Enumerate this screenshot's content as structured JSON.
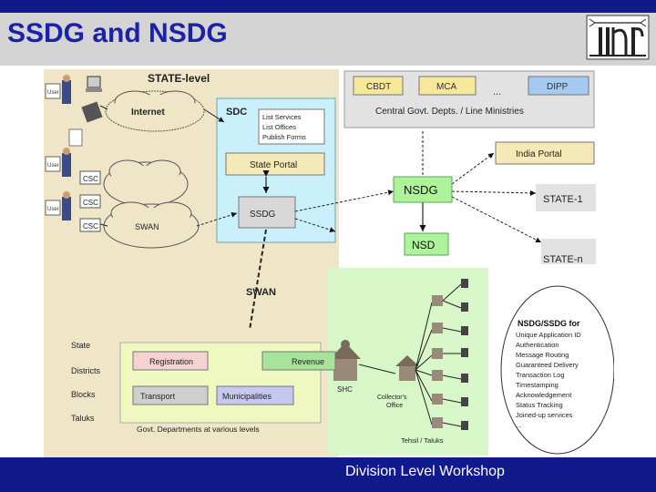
{
  "slide": {
    "title": "SSDG and NSDG",
    "footer": "Division Level Workshop"
  },
  "colors": {
    "header_bar": "#111a8c",
    "title_text": "#1a22a8",
    "title_band": "#d4d4d4",
    "parchment": "#efe6c8",
    "sdc_blue": "#c9f0fb",
    "nsdg_green": "#aef29a",
    "local_green": "#d8f7c8",
    "central_grey": "#e2e2e2"
  },
  "diagram": {
    "state_level": "STATE-level",
    "user_label": "User",
    "internet": "Internet",
    "csc_label": "CSC",
    "swan_cloud": "SWAN",
    "swan_main": "SWAN",
    "sdc": {
      "label": "SDC",
      "services": [
        "List Services",
        "List Offices",
        "Publish Forms"
      ],
      "state_portal": "State Portal",
      "ssdg": "SSDG"
    },
    "central": {
      "boxes": [
        "CBDT",
        "MCA",
        "...",
        "DIPP"
      ],
      "caption": "Central Govt. Depts. / Line Ministries"
    },
    "india_portal": "India Portal",
    "nsdg": "NSDG",
    "nsd": "NSD",
    "state_1": "STATE-1",
    "state_n": "STATE-n",
    "hierarchy": [
      "State",
      "Districts",
      "Blocks",
      "Taluks"
    ],
    "depts": {
      "registration": "Registration",
      "revenue": "Revenue",
      "transport": "Transport",
      "municipalities": "Municipalities",
      "caption": "Govt. Departments at various levels"
    },
    "local": {
      "shc": "SHC",
      "collectors": [
        "Collector's",
        "Office"
      ],
      "tehsil": "Tehsil / Taluks"
    },
    "features": {
      "title": "NSDG/SSDG for",
      "items": [
        "Unique Application ID",
        "Authentication",
        "Message Routing",
        "Guaranteed Delivery",
        "Transaction Log",
        "Timestamping",
        "Acknowledgement",
        "Status Tracking",
        "Joined-up services",
        "..."
      ]
    }
  }
}
